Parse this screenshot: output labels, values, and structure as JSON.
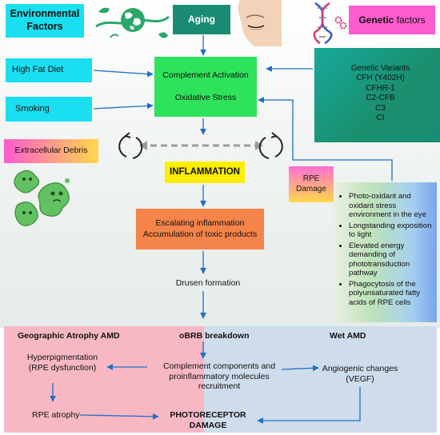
{
  "colors": {
    "cyan": "#19dff0",
    "teal_dark": "#1a8c74",
    "magenta": "#ff5bd0",
    "green": "#2fe25b",
    "orange": "#f4844a",
    "yellow_text_box": "#ffee00",
    "atrophy_pink": "#f7b8c4",
    "wet_blue": "#cfdceb",
    "arrow_blue": "#1f6fc6"
  },
  "icons": {
    "globe": "globe-icon",
    "face": "face-icon",
    "dna": "dna-icon",
    "cells": "cell-cluster-icon",
    "cycle_left": "cycle-arrow-icon",
    "cycle_right": "cycle-arrow-icon"
  },
  "header": {
    "environmental": "Environmental Factors",
    "aging": "Aging",
    "genetic_bold": "Genetic",
    "genetic_rest": " factors"
  },
  "left_factors": {
    "high_fat": "High Fat Diet",
    "smoking": "Smoking",
    "debris": "Extracellular Debris"
  },
  "center": {
    "complement": "Complement Activation",
    "oxidative": "Oxidative Stress",
    "inflammation": "INFLAMMATION",
    "escalating": "Escalating inflammation",
    "accumulation": "Accumulation of toxic products",
    "drusen": "Drusen formation"
  },
  "genetic_variants": {
    "title": "Genetic Variants",
    "items": [
      "CFH (Y402H)",
      "CFHR-1",
      "C2-CFB",
      "C3",
      "CI"
    ]
  },
  "rpe": {
    "label": "RPE Damage",
    "items": [
      "Photo-oxidant and oxidant stress environment in the eye",
      "Longstanding exposition to light",
      "Elevated energy demanding of phototransduction pathway",
      "Phagocytosis of the polyunsaturated fatty acids of RPE cells"
    ]
  },
  "bottom": {
    "geo_title": "Geographic Atrophy AMD",
    "obrb": "oBRB breakdown",
    "wet_title": "Wet AMD",
    "hyper": "Hyperpigmentation (RPE dysfunction)",
    "complement_recruit": "Complement components and proinflammatory molecules recruitment",
    "angio": "Angiogenic changes (VEGF)",
    "rpe_atrophy": "RPE atrophy",
    "photoreceptor": "PHOTORECEPTOR DAMAGE"
  }
}
